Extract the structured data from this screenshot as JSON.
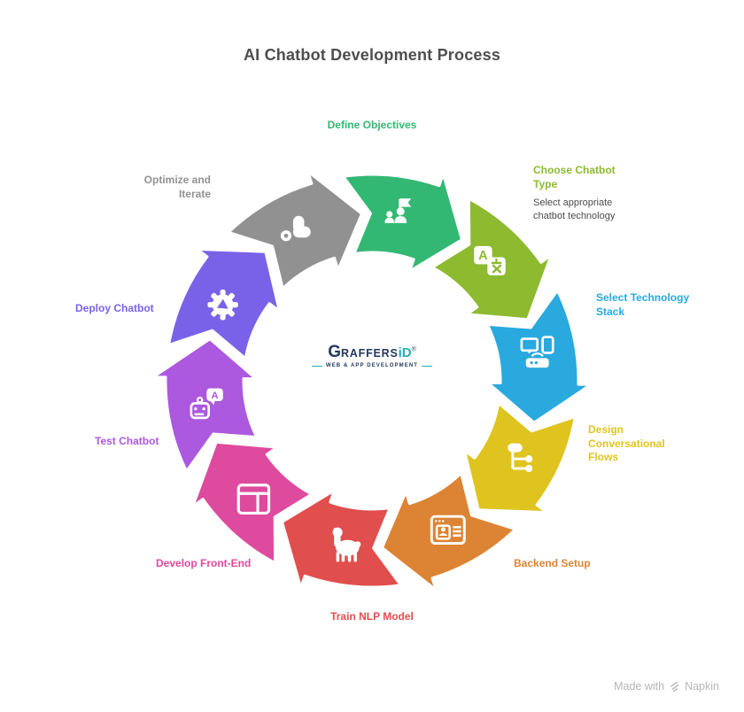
{
  "title": "AI Chatbot Development Process",
  "center_logo": {
    "g": "G",
    "raffers": "RAFFERS",
    "id": "iD",
    "reg": "®",
    "tagline": "WEB & APP DEVELOPMENT"
  },
  "attribution": {
    "text": "Made with",
    "brand": "Napkin"
  },
  "diagram": {
    "type": "cycle",
    "flow": "clockwise",
    "steps": [
      {
        "label": "Define Objectives",
        "color": "#33B873",
        "icon": "goal-flag-people-icon"
      },
      {
        "label": "Choose Chatbot Type",
        "sublabel": "Select appropriate chatbot technology",
        "color": "#8EBA30",
        "icon": "translate-icon"
      },
      {
        "label": "Select Technology Stack",
        "color": "#29A9DE",
        "icon": "devices-icon"
      },
      {
        "label": "Design Conversational Flows",
        "color": "#DFC41F",
        "icon": "flowchart-icon"
      },
      {
        "label": "Backend Setup",
        "color": "#DC8434",
        "icon": "admin-window-icon"
      },
      {
        "label": "Train NLP Model",
        "color": "#E04E4E",
        "icon": "llama-icon"
      },
      {
        "label": "Develop Front-End",
        "color": "#DE4A9D",
        "icon": "layout-window-icon"
      },
      {
        "label": "Test Chatbot",
        "color": "#AC58DF",
        "icon": "robot-chat-icon"
      },
      {
        "label": "Deploy Chatbot",
        "color": "#7A62E8",
        "icon": "gear-rocket-icon"
      },
      {
        "label": "Optimize and Iterate",
        "color": "#919191",
        "icon": "iterate-shapes-icon"
      }
    ]
  }
}
